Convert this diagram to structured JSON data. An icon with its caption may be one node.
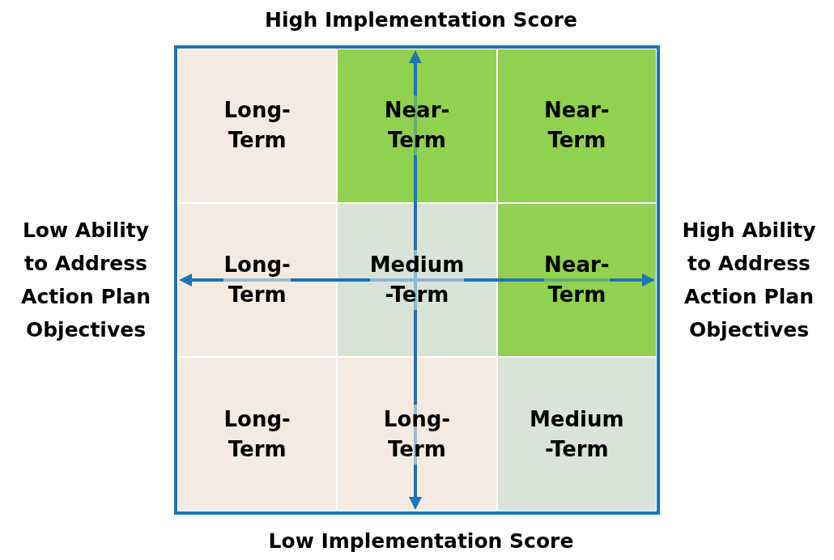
{
  "diagram": {
    "nodes": [
      {
        "text": [
          "Long- Term"
        ]
      },
      {
        "text": [
          "Near- Term"
        ]
      },
      {
        "text": [
          "Near- Term"
        ]
      },
      {
        "text": [
          "Long- Term"
        ]
      },
      {
        "text": [
          "Medium -Term"
        ]
      },
      {
        "text": [
          "Near- Term"
        ]
      },
      {
        "text": [
          "Long- Term"
        ]
      },
      {
        "text": [
          "Long- Term"
        ]
      },
      {
        "text": [
          "Medium -Term"
        ]
      }
    ],
    "labels": [
      "High Implementation Score",
      "Low Ability to Address Action Plan Objectives",
      "High Ability to Address Action Plan Objectives",
      "Low Implementation Score"
    ]
  }
}
